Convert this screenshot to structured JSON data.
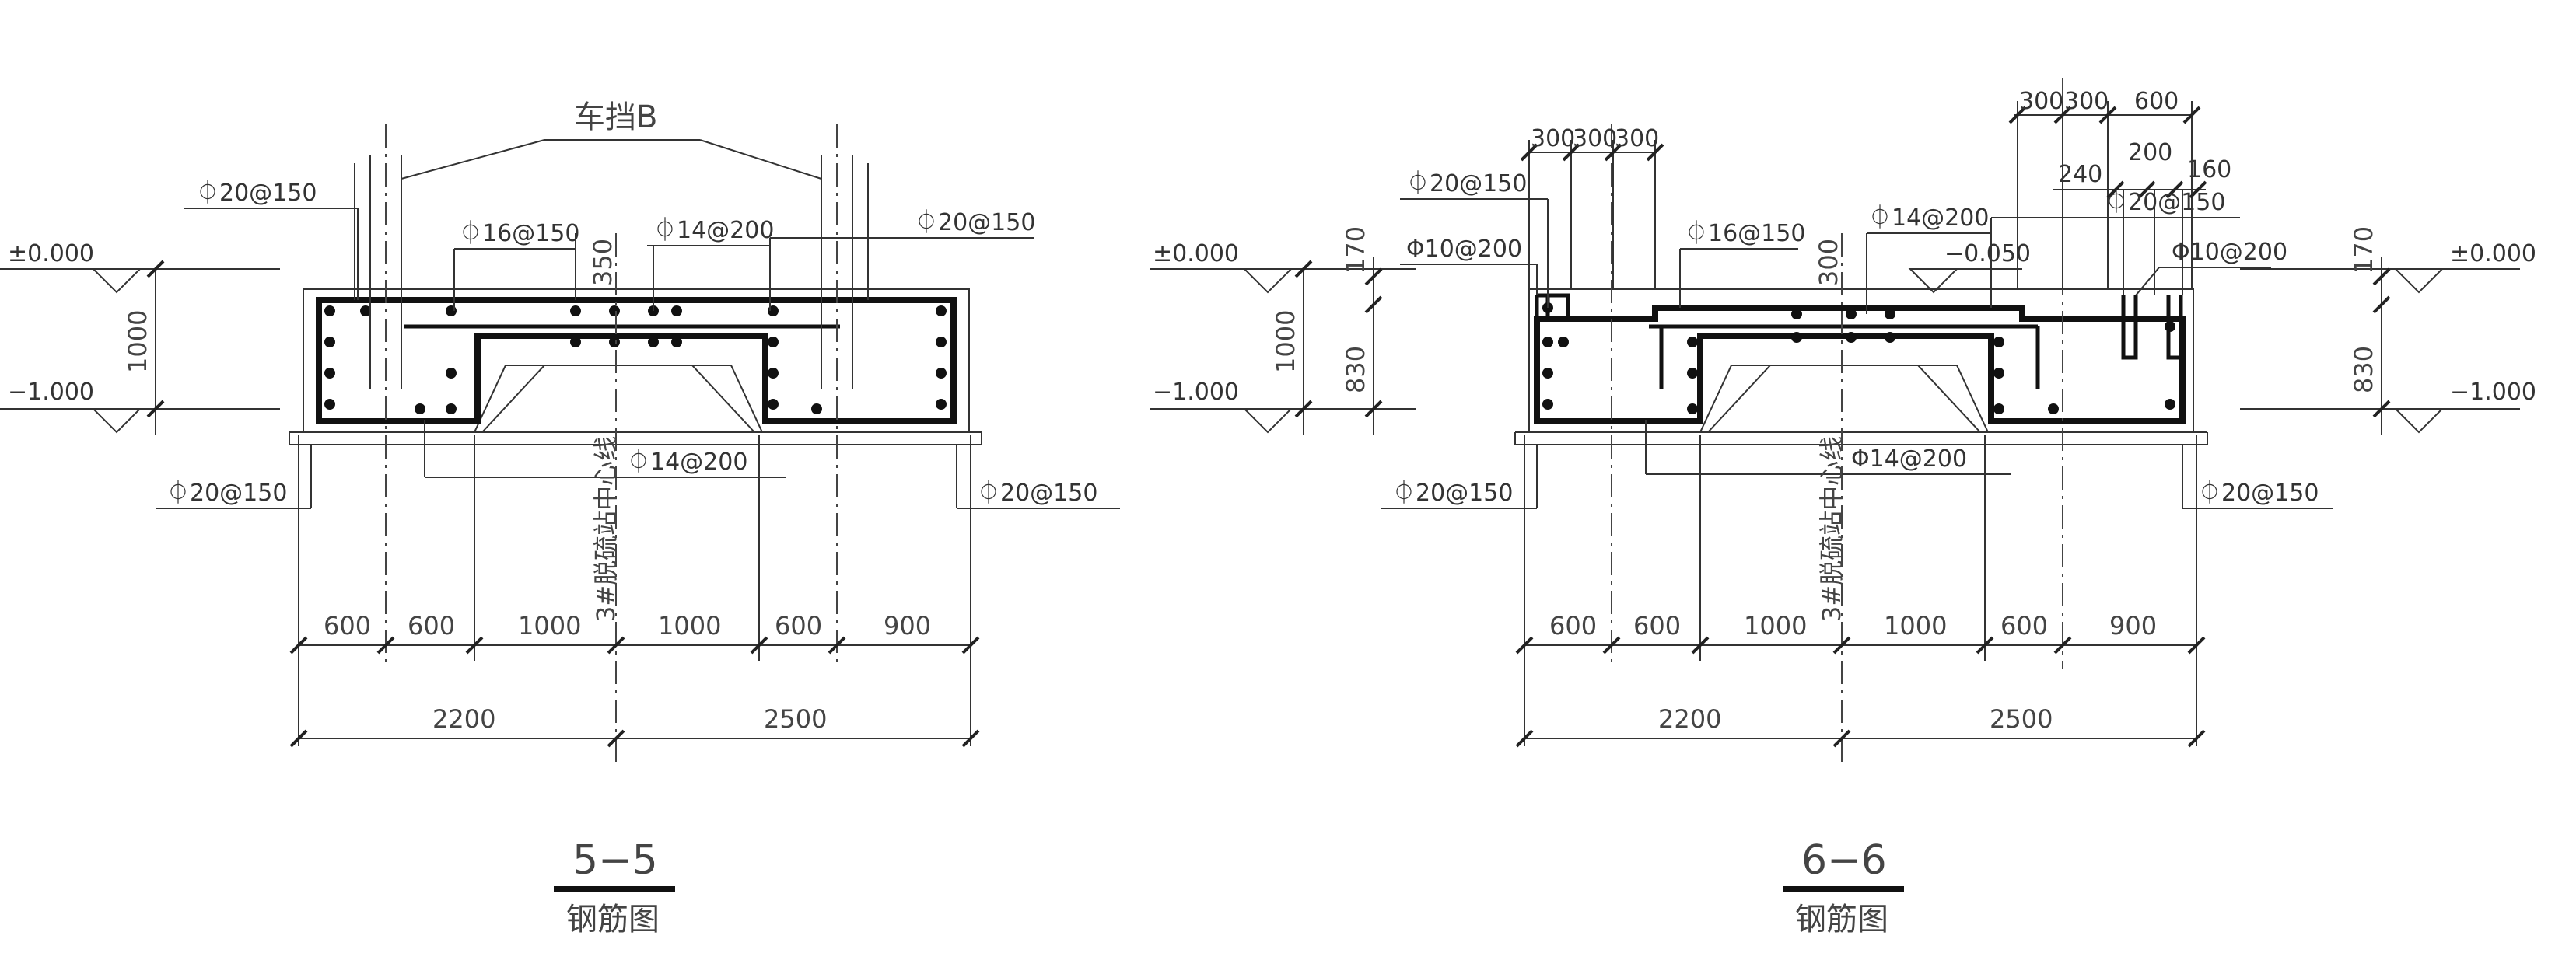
{
  "elevations": {
    "top": "±0.000",
    "bottom": "−1.000",
    "mid_6_6": "−0.050"
  },
  "centerline_label": "3#脱硫站中心线",
  "section_5_5": {
    "title": "5−5",
    "subtitle": "钢筋图",
    "bumper_label": "车挡B",
    "rebar_top_left": "⏀20@150",
    "rebar_top_mid": "⏀16@150",
    "rebar_top_center": "⏀14@200",
    "rebar_top_right": "⏀20@150",
    "rebar_bottom_center": "⏀14@200",
    "rebar_bottom_left": "⏀20@150",
    "rebar_bottom_right": "⏀20@150",
    "dim_height": "1000",
    "dim_notch": "350",
    "dims_row1": [
      "600",
      "600",
      "1000",
      "1000",
      "600",
      "900"
    ],
    "dims_row2": [
      "2200",
      "2500"
    ]
  },
  "section_6_6": {
    "title": "6−6",
    "subtitle": "钢筋图",
    "rebar_top_left": "⏀20@150",
    "rebar_phi_left": "Φ10@200",
    "rebar_top_mid": "⏀16@150",
    "rebar_top_center": "⏀14@200",
    "rebar_top_right": "⏀20@150",
    "rebar_phi_right": "Φ10@200",
    "rebar_bottom_center": "Φ14@200",
    "rebar_bottom_left": "⏀20@150",
    "rebar_bottom_right": "⏀20@150",
    "dim_left_top": "170",
    "dim_left_total": "1000",
    "dim_left_low": "830",
    "dim_right_top": "170",
    "dim_right_low": "830",
    "dim_notch": "300",
    "dims_top_left": [
      "300",
      "300",
      "300"
    ],
    "dims_top_right": [
      "300",
      "300",
      "600"
    ],
    "dim_240": "240",
    "dim_200": "200",
    "dim_160": "160",
    "dims_row1": [
      "600",
      "600",
      "1000",
      "1000",
      "600",
      "900"
    ],
    "dims_row2": [
      "2200",
      "2500"
    ]
  }
}
